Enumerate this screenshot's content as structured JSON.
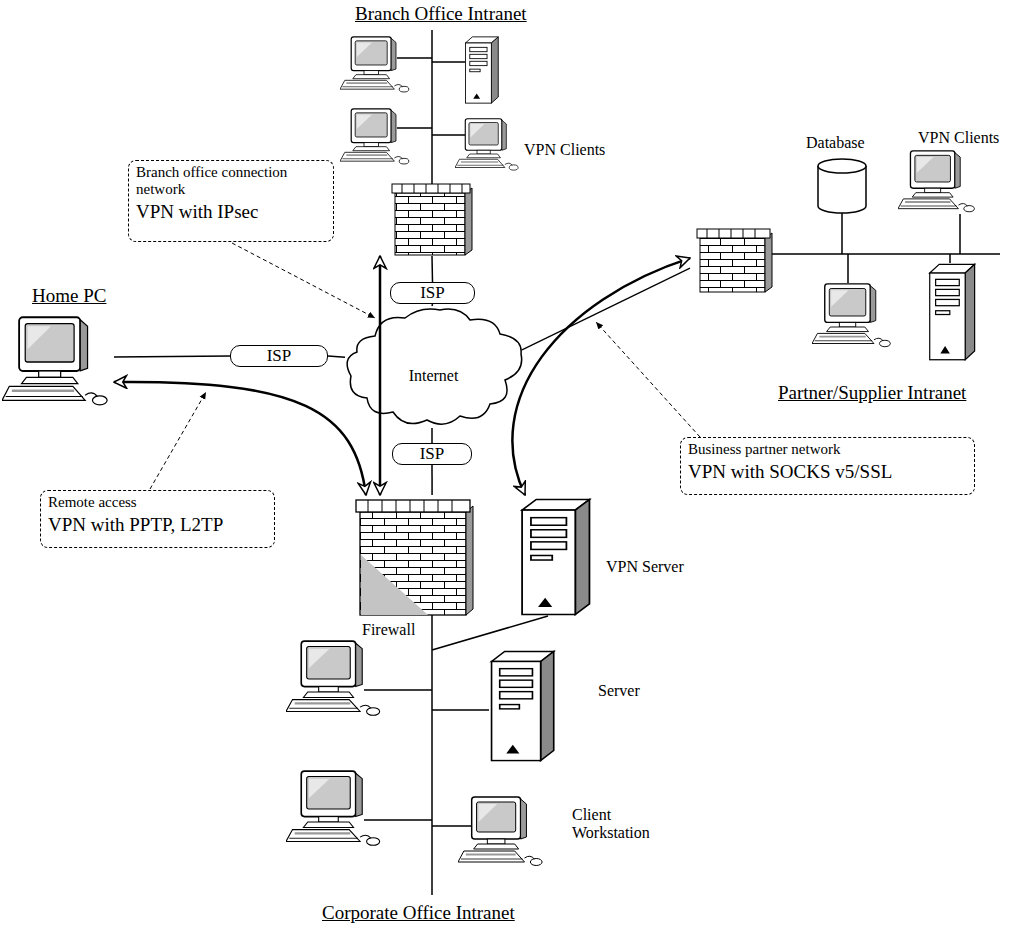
{
  "diagram": {
    "nodes": [
      {
        "text": [
          "Branch Office Intranet"
        ]
      },
      {
        "text": [
          "Branch office connection network",
          "VPN with IPsec"
        ]
      },
      {
        "text": [
          "Home PC"
        ]
      },
      {
        "text": [
          "ISP"
        ]
      },
      {
        "text": [
          "ISP"
        ]
      },
      {
        "text": [
          "Internet"
        ]
      },
      {
        "text": [
          "Partner/Supplier Intranet"
        ]
      },
      {
        "text": [
          "ISP"
        ]
      },
      {
        "text": [
          "Business partner network",
          "VPN with SOCKS v5/SSL"
        ]
      },
      {
        "text": [
          "Remote access",
          "VPN with PPTP, L2TP"
        ]
      },
      {
        "text": [
          "Corporate Office Intranet"
        ]
      },
      {
        "text": [
          "Firewall"
        ],
        "in": 10
      },
      {
        "text": [
          "VPN Server"
        ],
        "in": 10
      }
    ],
    "edges": [
      {
        "from": 2,
        "to": 3,
        "arrow": "none"
      },
      {
        "from": 3,
        "to": 5,
        "arrow": "none"
      },
      {
        "from": 0,
        "to": 4,
        "arrow": "none"
      },
      {
        "from": 4,
        "to": 5,
        "arrow": "none"
      },
      {
        "from": 5,
        "to": 7,
        "arrow": "none"
      },
      {
        "from": 7,
        "to": 11,
        "arrow": "none"
      },
      {
        "from": 6,
        "to": 5,
        "arrow": "none"
      },
      {
        "from": 2,
        "to": 11,
        "arrow": "both"
      },
      {
        "from": 0,
        "to": 11,
        "arrow": "both"
      },
      {
        "from": 6,
        "to": 12,
        "arrow": "both"
      }
    ],
    "labels": [
      "VPN Clients",
      "Database",
      "VPN Clients",
      "Server",
      "Client Workstation"
    ]
  }
}
